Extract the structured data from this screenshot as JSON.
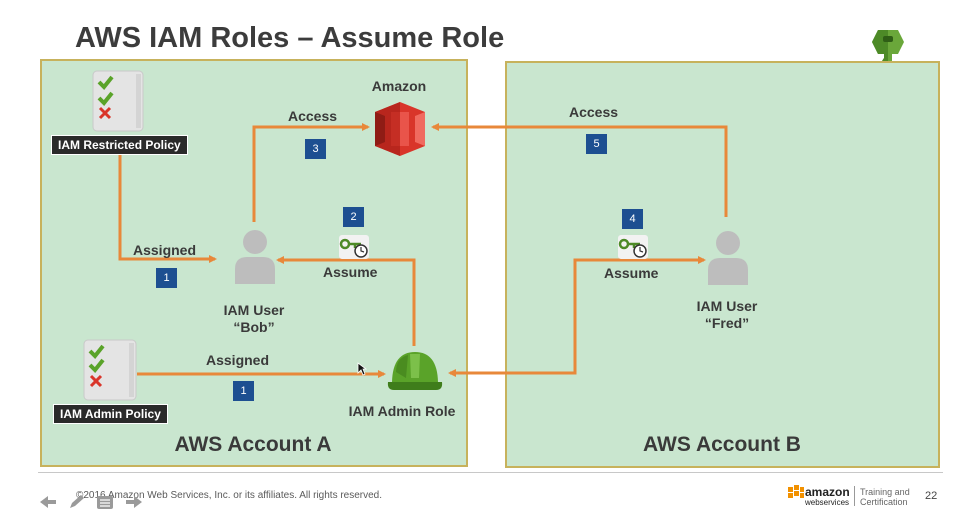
{
  "title": "AWS IAM Roles – Assume Role",
  "accounts": {
    "a": {
      "label": "AWS Account A"
    },
    "b": {
      "label": "AWS Account B"
    }
  },
  "policies": {
    "restricted": {
      "label": "IAM Restricted Policy"
    },
    "admin": {
      "label": "IAM Admin Policy"
    }
  },
  "nodes": {
    "s3": {
      "label": "Amazon"
    },
    "bob": {
      "line1": "IAM User",
      "line2": "“Bob”"
    },
    "fred": {
      "line1": "IAM User",
      "line2": "“Fred”"
    },
    "role": {
      "label": "IAM Admin Role"
    }
  },
  "edges": {
    "assigned_bob": {
      "label": "Assigned",
      "step": "1"
    },
    "assigned_role": {
      "label": "Assigned",
      "step": "1"
    },
    "assume_bob": {
      "label": "Assume",
      "step": "2"
    },
    "access_bob": {
      "label": "Access",
      "step": "3"
    },
    "assume_fred": {
      "label": "Assume",
      "step": "4"
    },
    "access_fred": {
      "label": "Access",
      "step": "5"
    }
  },
  "footer": {
    "copyright": "©2016 Amazon Web Services, Inc. or its affiliates. All rights reserved.",
    "brand_word": "amazon",
    "brand_sub": "webservices",
    "training_line1": "Training and",
    "training_line2": "Certification",
    "page_number": "22"
  },
  "colors": {
    "account_fill": "#c9e6cf",
    "account_border": "#c7b25c",
    "arrow": "#e8883a",
    "step_badge": "#1d4f91",
    "s3_red": "#d9352a",
    "role_green": "#5aa329",
    "key_green": "#6aa73a"
  },
  "icons": [
    "checklist-icon",
    "amazon-s3-icon",
    "user-icon",
    "hard-hat-icon",
    "key-clock-icon",
    "iam-key-logo",
    "aws-logo"
  ]
}
